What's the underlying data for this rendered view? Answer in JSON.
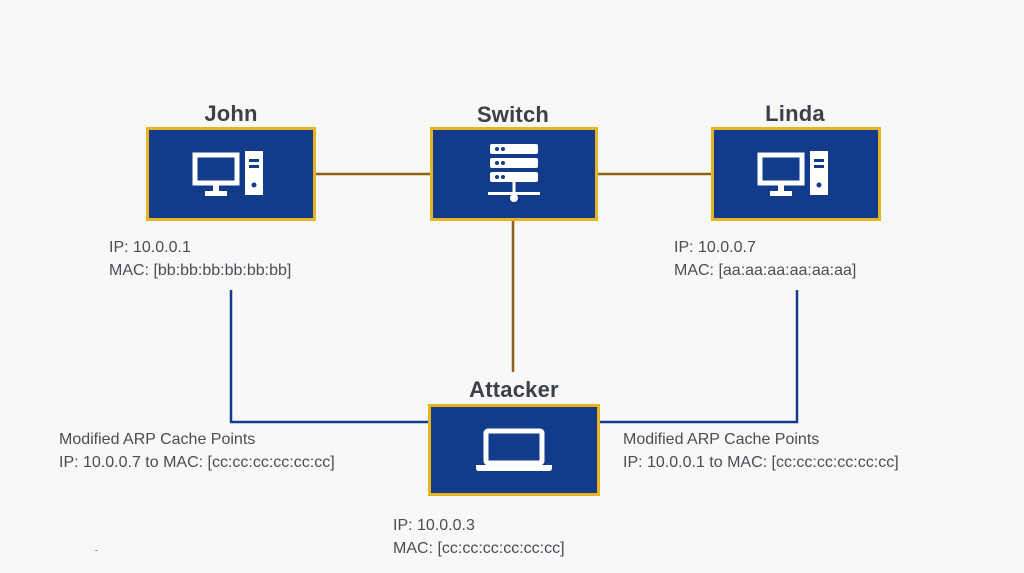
{
  "colors": {
    "node_fill": "#123b8c",
    "node_border": "#e6b420",
    "physical_link": "#8c6212",
    "arp_link": "#123b8c",
    "background": "#f8f8f9"
  },
  "nodes": {
    "john": {
      "title": "John",
      "icon": "desktop-computer-icon",
      "ip": "IP: 10.0.0.1",
      "mac": "MAC: [bb:bb:bb:bb:bb:bb]"
    },
    "switch": {
      "title": "Switch",
      "icon": "server-rack-icon"
    },
    "linda": {
      "title": "Linda",
      "icon": "desktop-computer-icon",
      "ip": "IP: 10.0.0.7",
      "mac": "MAC: [aa:aa:aa:aa:aa:aa]"
    },
    "attacker": {
      "title": "Attacker",
      "icon": "laptop-icon",
      "ip": "IP: 10.0.0.3",
      "mac": "MAC: [cc:cc:cc:cc:cc:cc]"
    }
  },
  "arp_notes": {
    "left": {
      "heading": "Modified ARP Cache Points",
      "mapping": "IP: 10.0.0.7 to MAC: [cc:cc:cc:cc:cc:cc]"
    },
    "right": {
      "heading": "Modified ARP Cache Points",
      "mapping": "IP: 10.0.0.1 to MAC: [cc:cc:cc:cc:cc:cc]"
    }
  }
}
